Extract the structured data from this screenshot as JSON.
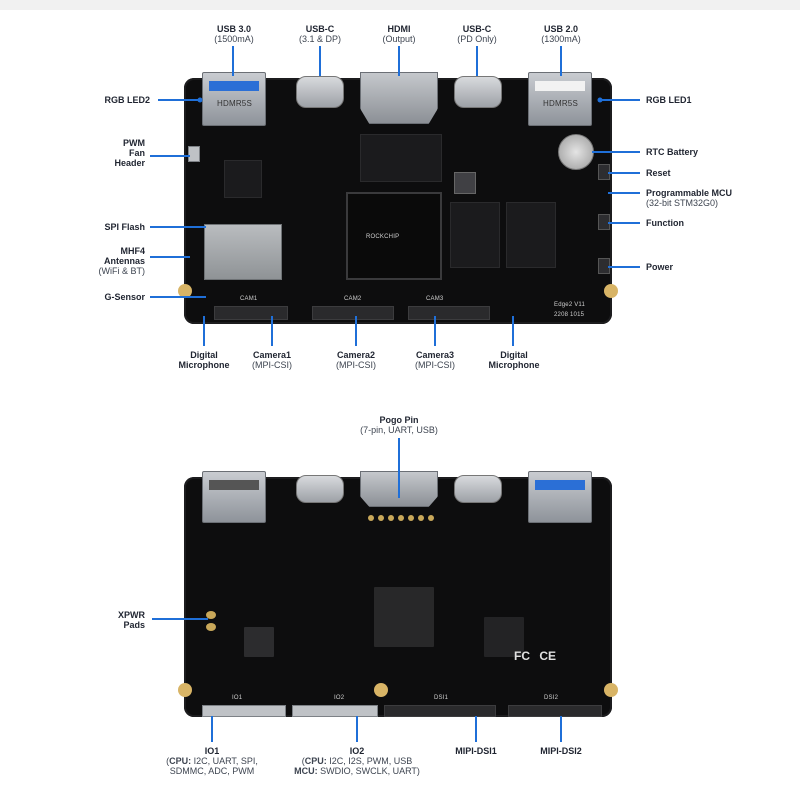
{
  "colors": {
    "accent": "#1f6fd8",
    "board": "#0d0d0e",
    "text": "#1f2430"
  },
  "front": {
    "top_labels": [
      {
        "title": "USB 3.0",
        "sub": "(1500mA)"
      },
      {
        "title": "USB-C",
        "sub": "(3.1 & DP)"
      },
      {
        "title": "HDMI",
        "sub": "(Output)"
      },
      {
        "title": "USB-C",
        "sub": "(PD Only)"
      },
      {
        "title": "USB 2.0",
        "sub": "(1300mA)"
      }
    ],
    "left_labels": {
      "rgb_led2": "RGB LED2",
      "pwm_fan": [
        "PWM",
        "Fan",
        "Header"
      ],
      "spi_flash": "SPI Flash",
      "mhf4": [
        "MHF4",
        "Antennas"
      ],
      "mhf4_sub": "(WiFi & BT)",
      "g_sensor": "G-Sensor"
    },
    "right_labels": {
      "rgb_led1": "RGB LED1",
      "rtc_battery": "RTC Battery",
      "reset": "Reset",
      "mcu": "Programmable MCU",
      "mcu_sub": "(32-bit STM32G0)",
      "function": "Function",
      "power": "Power"
    },
    "bottom_labels": [
      {
        "title": [
          "Digital",
          "Microphone"
        ],
        "sub": ""
      },
      {
        "title": [
          "Camera1"
        ],
        "sub": "(MPI-CSI)"
      },
      {
        "title": [
          "Camera2"
        ],
        "sub": "(MPI-CSI)"
      },
      {
        "title": [
          "Camera3"
        ],
        "sub": "(MPI-CSI)"
      },
      {
        "title": [
          "Digital",
          "Microphone"
        ],
        "sub": ""
      }
    ],
    "silkscreen": {
      "usb_left": "HDMR5S",
      "usb_right": "HDMR5S",
      "cam1": "CAM1",
      "cam2": "CAM2",
      "cam3": "CAM3",
      "model": "Edge2 V11",
      "date": "2208 1015",
      "soc_brand": "ROCKCHIP"
    }
  },
  "back": {
    "pogo": {
      "title": "Pogo Pin",
      "sub": "(7-pin, UART, USB)"
    },
    "xpwr": [
      "XPWR",
      "Pads"
    ],
    "bottom_labels": [
      {
        "title": "IO1",
        "lines": [
          [
            "CPU:",
            " I2C, UART, SPI,"
          ],
          [
            "",
            "SDMMC, ADC, PWM"
          ]
        ]
      },
      {
        "title": "IO2",
        "lines": [
          [
            "CPU:",
            " I2C, I2S, PWM, USB"
          ],
          [
            "MCU:",
            " SWDIO, SWCLK, UART)"
          ]
        ]
      },
      {
        "title": "MIPI-DSI1",
        "lines": []
      },
      {
        "title": "MIPI-DSI2",
        "lines": []
      }
    ],
    "silkscreen": {
      "io1": "IO1",
      "io2": "IO2",
      "dsi1": "DSI1",
      "dsi2": "DSI2"
    },
    "cert_marks": [
      "FC",
      "CE"
    ]
  }
}
